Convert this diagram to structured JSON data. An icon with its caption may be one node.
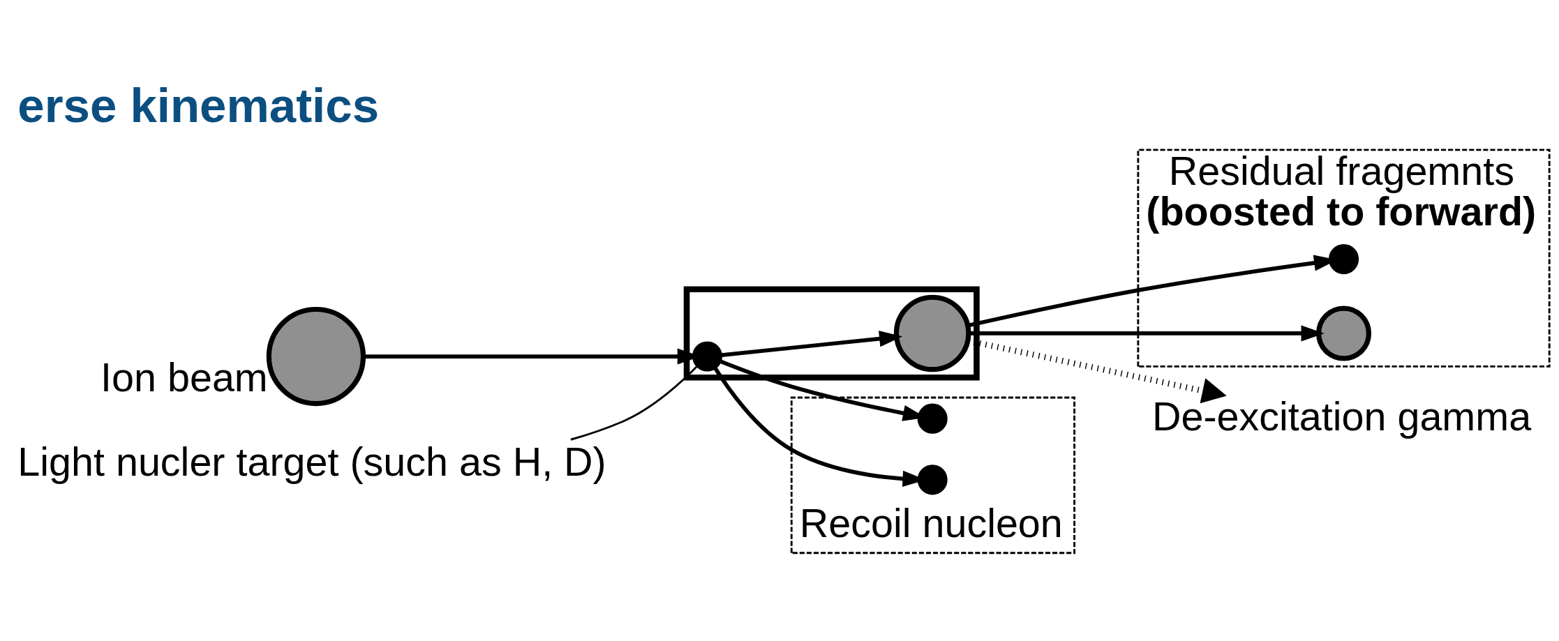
{
  "diagram": {
    "title": "erse kinematics",
    "nodes": [
      {
        "text": [],
        "shape": "circle",
        "beside": [
          "Ion beam"
        ]
      },
      {
        "text": [],
        "shape": "box"
      },
      {
        "text": [],
        "shape": "circle",
        "in": 1
      },
      {
        "text": [
          "Light nucler target (such as H, D)"
        ]
      },
      {
        "text": [
          "Recoil nucleon"
        ]
      },
      {
        "text": [],
        "shape": "circle",
        "in": 4
      },
      {
        "text": [],
        "shape": "circle",
        "in": 4
      },
      {
        "text": [],
        "shape": "circle",
        "in": 1
      },
      {
        "text": [
          "Residual fragemnts",
          "(boosted to forward)"
        ]
      },
      {
        "text": [],
        "shape": "circle",
        "in": 8
      },
      {
        "text": [],
        "shape": "circle",
        "in": 8
      },
      {
        "text": [
          "De-excitation gamma"
        ]
      }
    ],
    "edges": [
      {
        "from": 0,
        "to": 2,
        "arrow": "to"
      },
      {
        "from": 2,
        "to": 5,
        "arrow": "to"
      },
      {
        "from": 2,
        "to": 6,
        "arrow": "to"
      },
      {
        "from": 2,
        "to": 7,
        "arrow": "to"
      },
      {
        "from": 7,
        "to": 9,
        "arrow": "to"
      },
      {
        "from": 7,
        "to": 10,
        "arrow": "to"
      },
      {
        "from": 7,
        "to": 11,
        "arrow": "to",
        "style": "dashed"
      },
      {
        "from": 3,
        "to": 2,
        "arrow": "none"
      }
    ]
  }
}
